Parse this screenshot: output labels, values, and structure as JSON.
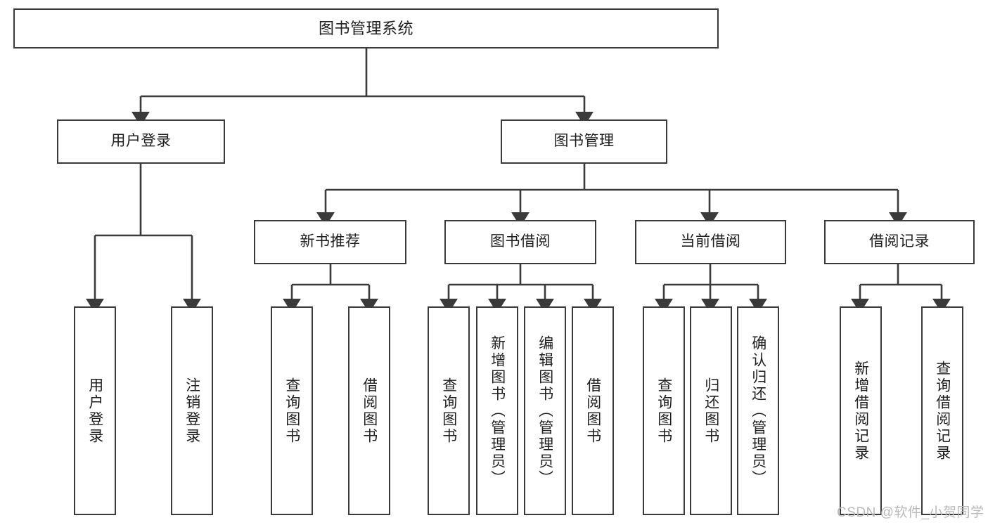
{
  "diagram": {
    "title": "图书管理系统",
    "watermark": "CSDN @软件_小贺同学",
    "line_color": "#3a3a3a",
    "box_border_color": "#3a3a3a",
    "background_color": "#ffffff",
    "text_color": "#1f1f1f",
    "watermark_color": "#b9b9b9"
  },
  "nodes": {
    "root": {
      "label": "图书管理系统"
    },
    "level2": [
      {
        "label": "用户登录"
      },
      {
        "label": "图书管理"
      }
    ],
    "level3": [
      {
        "label": "新书推荐"
      },
      {
        "label": "图书借阅"
      },
      {
        "label": "当前借阅"
      },
      {
        "label": "借阅记录"
      }
    ],
    "leaves": {
      "user_login": [
        {
          "label": "用户登录"
        },
        {
          "label": "注销登录"
        }
      ],
      "new_book_recommend": [
        {
          "label": "查询图书"
        },
        {
          "label": "借阅图书"
        }
      ],
      "book_borrow": [
        {
          "label": "查询图书"
        },
        {
          "label": "新增图书（管理员）"
        },
        {
          "label": "编辑图书（管理员）"
        },
        {
          "label": "借阅图书"
        }
      ],
      "current_borrow": [
        {
          "label": "查询图书"
        },
        {
          "label": "归还图书"
        },
        {
          "label": "确认归还（管理员）"
        }
      ],
      "borrow_records": [
        {
          "label": "新增借阅记录"
        },
        {
          "label": "查询借阅记录"
        }
      ]
    }
  }
}
